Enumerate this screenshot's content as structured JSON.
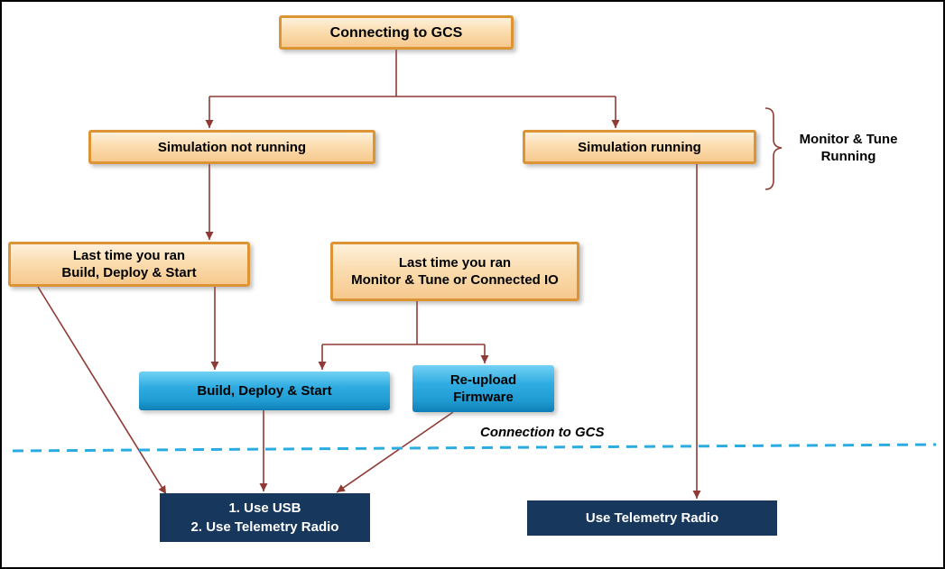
{
  "nodes": {
    "connecting": {
      "label": "Connecting to GCS"
    },
    "sim_not_running": {
      "label": "Simulation not running"
    },
    "sim_running": {
      "label": "Simulation running"
    },
    "monitor_tune_annotation": {
      "lines": [
        "Monitor & Tune",
        "Running"
      ]
    },
    "last_build": {
      "lines": [
        "Last time you ran",
        "Build, Deploy & Start"
      ]
    },
    "last_monitor": {
      "lines": [
        "Last time you ran",
        "Monitor & Tune or Connected IO"
      ]
    },
    "build_deploy_start": {
      "label": "Build, Deploy & Start"
    },
    "reupload_firmware": {
      "lines": [
        "Re-upload",
        "Firmware"
      ]
    },
    "divider": {
      "label": "Connection to GCS"
    },
    "use_usb": {
      "lines": [
        "1. Use USB",
        "2. Use Telemetry Radio"
      ]
    },
    "use_telemetry": {
      "label": "Use Telemetry Radio"
    }
  },
  "colors": {
    "arrow": "#903A35",
    "tan_fill": "#F8D3A0",
    "tan_border": "#DC9435",
    "cyan_fill": "#29ABE2",
    "navy_fill": "#17375D",
    "divider_line": "#2AACE3",
    "text_dark": "#000000",
    "text_light": "#FFFFFF"
  }
}
